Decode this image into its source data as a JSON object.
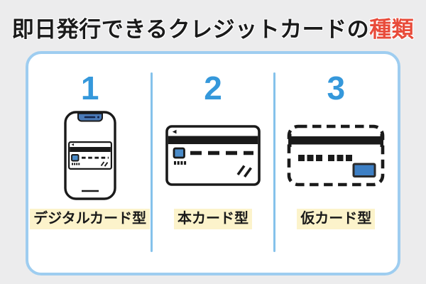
{
  "title": {
    "main": "即日発行できるクレジットカードの",
    "accent": "種類"
  },
  "columns": [
    {
      "number": "1",
      "label": "デジタルカード型",
      "icon": "smartphone-digital-card-icon"
    },
    {
      "number": "2",
      "label": "本カード型",
      "icon": "physical-card-icon"
    },
    {
      "number": "3",
      "label": "仮カード型",
      "icon": "temporary-card-icon"
    }
  ],
  "colors": {
    "background": "#ececed",
    "panel-border": "#9ecdf0",
    "divider": "#85c2eb",
    "accent-blue": "#3598db",
    "accent-red": "#e84b3a",
    "highlight-yellow": "#fcf3cb",
    "ink": "#1a1a1a",
    "chip-blue": "#4a8bc8",
    "notch-blue": "#4a7ab8"
  }
}
